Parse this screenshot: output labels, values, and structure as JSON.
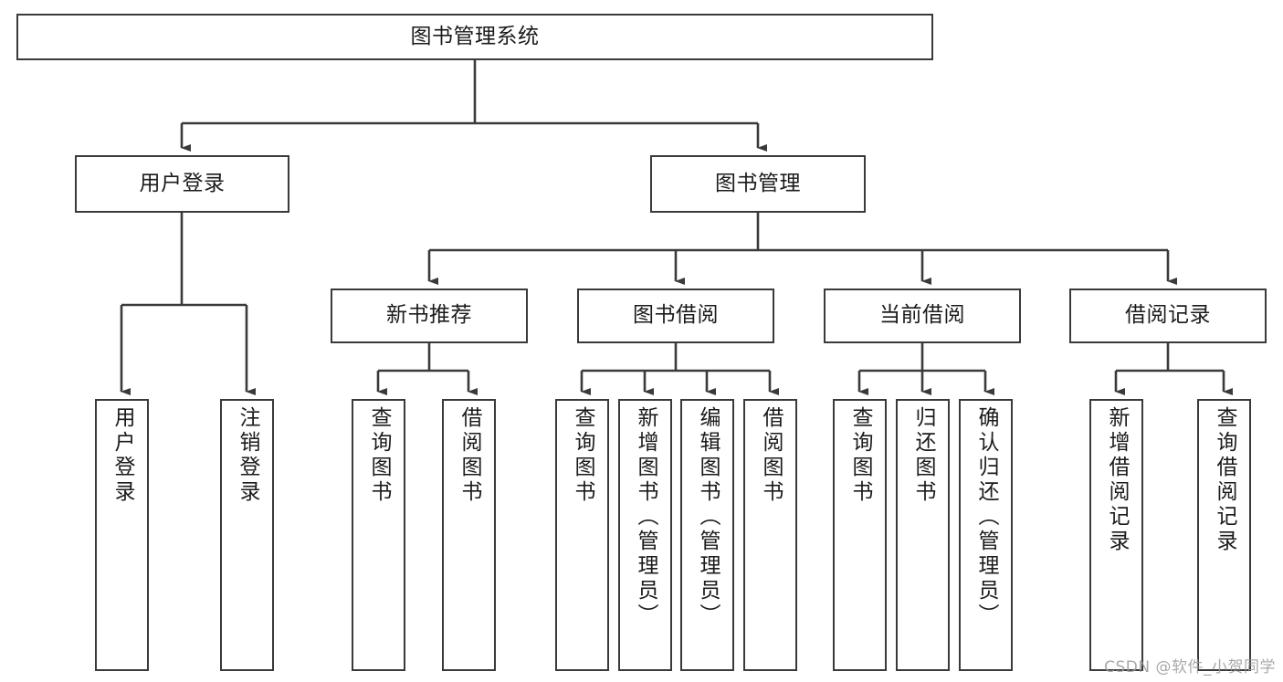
{
  "diagram": {
    "title": "图书管理系统",
    "type": "tree-hierarchy-chart",
    "colors": {
      "stroke": "#3a3a3a",
      "fill": "#ffffff",
      "text": "#1b1b1b",
      "watermark": "#9a9a9a"
    }
  },
  "root": {
    "label": "图书管理系统"
  },
  "level2": [
    {
      "label": "用户登录"
    },
    {
      "label": "图书管理"
    }
  ],
  "level3": [
    {
      "label": "新书推荐"
    },
    {
      "label": "图书借阅"
    },
    {
      "label": "当前借阅"
    },
    {
      "label": "借阅记录"
    }
  ],
  "leaves": {
    "user_login": [
      {
        "label": "用户登录"
      },
      {
        "label": "注销登录"
      }
    ],
    "new_book": [
      {
        "label": "查询图书"
      },
      {
        "label": "借阅图书"
      }
    ],
    "book_borrow": [
      {
        "label": "查询图书"
      },
      {
        "label": "新增图书（管理员）"
      },
      {
        "label": "编辑图书（管理员）"
      },
      {
        "label": "借阅图书"
      }
    ],
    "current_borrow": [
      {
        "label": "查询图书"
      },
      {
        "label": "归还图书"
      },
      {
        "label": "确认归还（管理员）"
      }
    ],
    "borrow_record": [
      {
        "label": "新增借阅记录"
      },
      {
        "label": "查询借阅记录"
      }
    ]
  },
  "watermark": {
    "text": "CSDN @软件_小贺同学"
  }
}
